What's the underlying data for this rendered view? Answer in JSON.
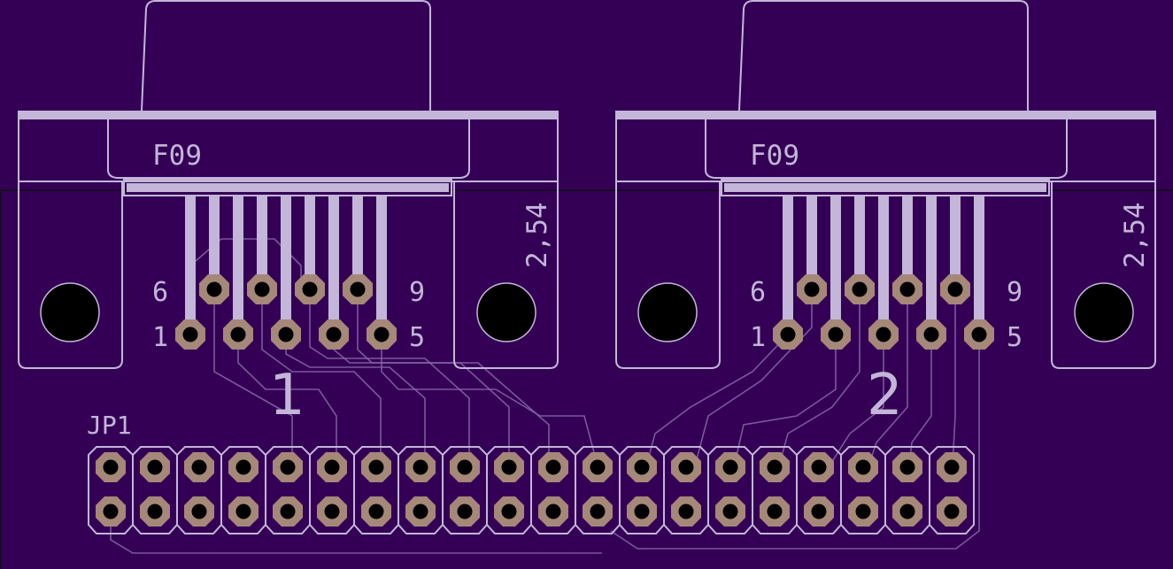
{
  "board": {
    "background": "#330055",
    "silkscreen_color": "#c3b6d8",
    "pad_color": "#a58878",
    "trace_color": "#8a66a8"
  },
  "connectors": [
    {
      "id": "connector-1",
      "part_label": "F09",
      "pitch_label": "2,54",
      "designator": "1",
      "pin_labels": {
        "top_left": "6",
        "top_right": "9",
        "bottom_left": "1",
        "bottom_right": "5"
      }
    },
    {
      "id": "connector-2",
      "part_label": "F09",
      "pitch_label": "2,54",
      "designator": "2",
      "pin_labels": {
        "top_left": "6",
        "top_right": "9",
        "bottom_left": "1",
        "bottom_right": "5"
      }
    }
  ],
  "header": {
    "reference": "JP1",
    "columns": 20,
    "rows": 2
  }
}
